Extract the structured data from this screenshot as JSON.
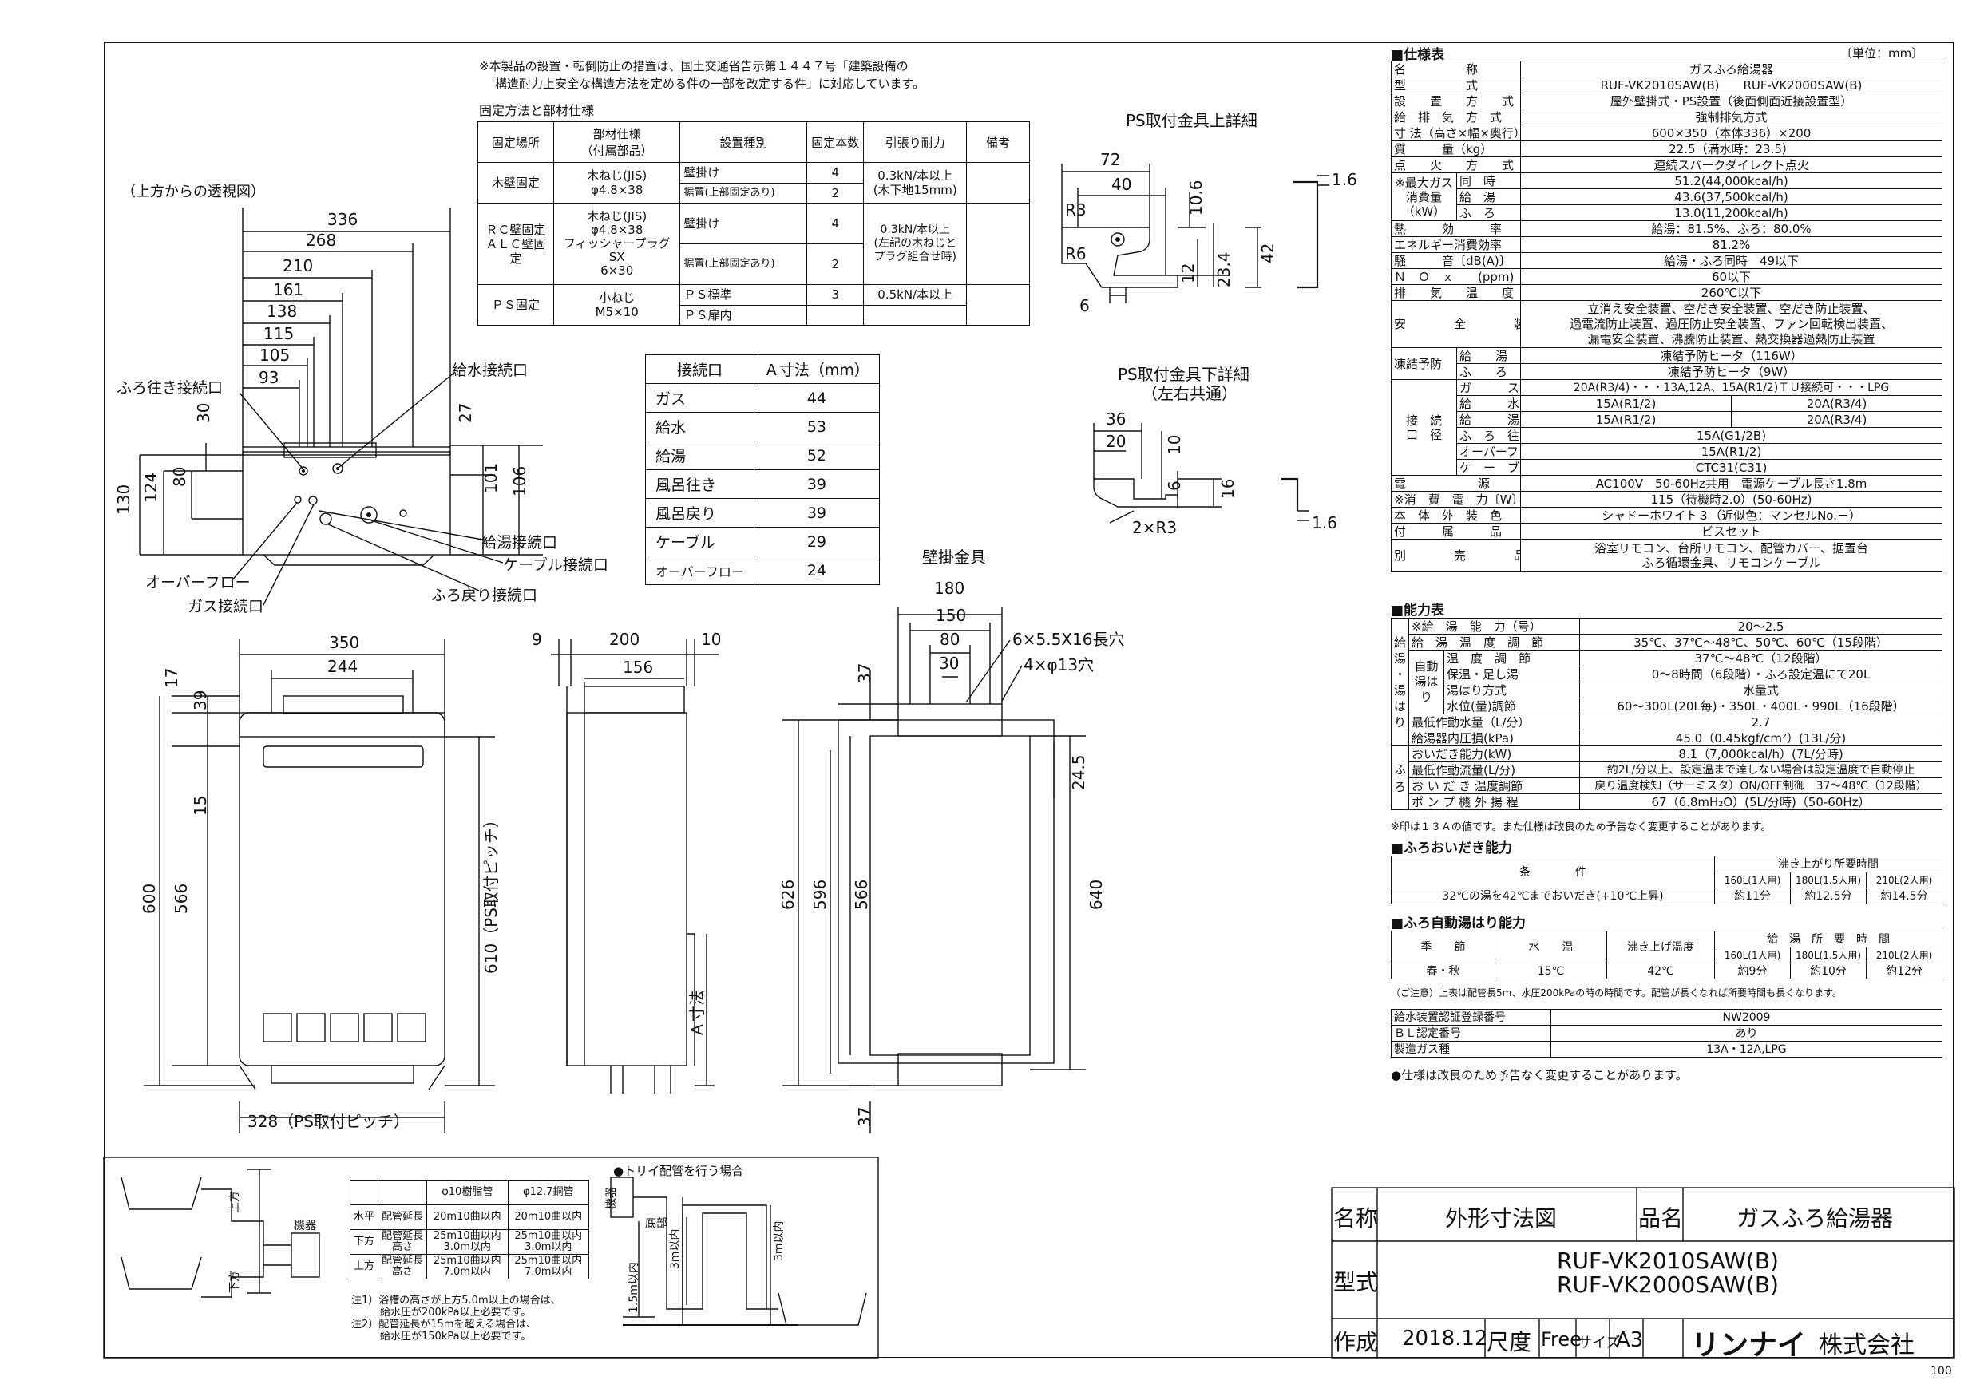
{
  "notes": {
    "install_line1": "※本製品の設置・転倒防止の措置は、国土交通省告示第１４４７号「建築設備の",
    "install_line2": "構造耐力上安全な構造方法を定める件の一部を改定する件」に対応しています。",
    "fix_title": "固定方法と部材仕様",
    "transparent_view": "（上方からの透視図）",
    "ps_upper": "PS取付金具上詳細",
    "ps_lower": "PS取付金具下詳細",
    "ps_lower_sub": "（左右共通）",
    "wall_bracket": "壁掛金具",
    "tori": "●トリイ配管を行う場合",
    "pipe_note1a": "注1）浴槽の高さが上方5.0m以上の場合は、",
    "pipe_note1b": "給水圧が200kPa以上必要です。",
    "pipe_note2a": "注2）配管延長が15mを超える場合は、",
    "pipe_note2b": "給水圧が150kPa以上必要です。",
    "spec_footnote": "●仕様は改良のため予告なく変更することがあります。",
    "cap_footnote": "※印は１３Ａの値です。また仕様は改良のため予告なく変更することがあります。",
    "auto_footnote": "（ご注意）上表は配管長5m、水圧200kPaの時の時間です。配管が長くなれば所要時間も長くなります。",
    "page_number": "100"
  },
  "fix_table": {
    "headers": [
      "固定場所",
      "部材仕様\n（付属部品）",
      "設置種別",
      "固定本数",
      "引張り耐力",
      "備考"
    ],
    "rows": [
      {
        "place": "木壁固定",
        "spec": "木ねじ(JIS)\nφ4.8×38",
        "type1": "壁掛け",
        "type2": "据置(上部固定あり)",
        "n1": "4",
        "n2": "2",
        "force": "0.3kN/本以上\n(木下地15mm)"
      },
      {
        "place": "ＲＣ壁固定\nＡＬＣ壁固定",
        "spec": "木ねじ(JIS)\nφ4.8×38\nフィッシャープラグSX\n6×30",
        "type1": "壁掛け",
        "type2": "据置(上部固定あり)",
        "n1": "4",
        "n2": "2",
        "force": "0.3kN/本以上\n(左記の木ねじと\nプラグ組合せ時)"
      },
      {
        "place": "ＰＳ固定",
        "spec": "小ねじ\nM5×10",
        "type1": "ＰＳ標準",
        "type2": "ＰＳ扉内",
        "n1": "3",
        "n2": "",
        "force": "0.5kN/本以上"
      }
    ]
  },
  "conn_table": {
    "headers": [
      "接続口",
      "Ａ寸法（mm）"
    ],
    "rows": [
      [
        "ガス",
        "44"
      ],
      [
        "給水",
        "53"
      ],
      [
        "給湯",
        "52"
      ],
      [
        "風呂往き",
        "39"
      ],
      [
        "風呂戻り",
        "39"
      ],
      [
        "ケーブル",
        "29"
      ],
      [
        "オーバーフロー",
        "24"
      ]
    ]
  },
  "top_view": {
    "dims": [
      "336",
      "268",
      "210",
      "161",
      "138",
      "115",
      "105",
      "93",
      "30",
      "27",
      "130",
      "124",
      "80",
      "101",
      "106"
    ],
    "labels": [
      "ふろ往き接続口",
      "給水接続口",
      "給湯接続口",
      "ケーブル接続口",
      "ふろ戻り接続口",
      "オーバーフロー",
      "ガス接続口"
    ]
  },
  "ps_upper_dims": [
    "72",
    "40",
    "R3",
    "R6",
    "6",
    "10.6",
    "12",
    "23.4",
    "42",
    "1.6"
  ],
  "ps_lower_dims": [
    "36",
    "20",
    "10",
    "6",
    "16",
    "2×R3",
    "1.6"
  ],
  "front_view": {
    "dims": [
      "350",
      "244",
      "17",
      "39",
      "15",
      "566",
      "600",
      "610（PS取付ピッチ）",
      "328（PS取付ピッチ）"
    ]
  },
  "side_view": {
    "dims": [
      "9",
      "200",
      "10",
      "156"
    ],
    "label": "Ａ寸法"
  },
  "bracket_view": {
    "dims": [
      "180",
      "150",
      "80",
      "30",
      "6×5.5X16長穴",
      "4×φ13穴",
      "37",
      "24.5",
      "626",
      "596",
      "566",
      "640",
      "37"
    ]
  },
  "spec": {
    "title": "■仕様表",
    "unit": "〔単位：mm〕",
    "rows": [
      [
        "名　　　　　称",
        "ガスふろ給湯器"
      ],
      [
        "型　　　　　式",
        "RUF-VK2010SAW(B)　　RUF-VK2000SAW(B)"
      ],
      [
        "設　　置　　方　　式",
        "屋外壁掛式・PS設置（後面側面近接設置型）"
      ],
      [
        "給　排　気　方　式",
        "強制排気方式"
      ],
      [
        "寸 法（高さ×幅×奥行）",
        "600×350（本体336）×200"
      ],
      [
        "質　　　量（kg）",
        "22.5（満水時：23.5）"
      ],
      [
        "点　　火　　方　　式",
        "連続スパークダイレクト点火"
      ]
    ],
    "gas_label": "※最大ガス消費量\n（kW）",
    "gas_rows": [
      [
        "同　時",
        "51.2(44,000kcal/h)"
      ],
      [
        "給　湯",
        "43.6(37,500kcal/h)"
      ],
      [
        "ふ　ろ",
        "13.0(11,200kcal/h)"
      ]
    ],
    "rows2": [
      [
        "熱　　　効　　　率",
        "給湯：81.5%、ふろ：80.0%"
      ],
      [
        "エネルギー消費効率",
        "81.2%"
      ],
      [
        "騒　　　音〔dB(A)〕",
        "給湯・ふろ同時　49以下"
      ],
      [
        "Ｎ　Ｏ　ｘ　　(ppm)",
        "60以下"
      ],
      [
        "排　　気　　温　　度",
        "260℃以下"
      ]
    ],
    "safety_label": "安　　　　全　　　　装　　　　置",
    "safety_lines": [
      "立消え安全装置、空だき安全装置、空だき防止装置、",
      "過電流防止装置、過圧防止安全装置、ファン回転検出装置、",
      "漏電安全装置、沸騰防止装置、熱交換器過熱防止装置"
    ],
    "freeze_label": "凍結予防",
    "freeze_rows": [
      [
        "給　　湯",
        "凍結予防ヒータ（116W）"
      ],
      [
        "ふ　　ろ",
        "凍結予防ヒータ（9W）"
      ]
    ],
    "conn_label": "接　続\n口　径",
    "conn_rows": [
      [
        "ガ　　　ス",
        "20A(R3/4)・・・13A,12A、15A(R1/2)ＴＵ接続可・・・LPG",
        ""
      ],
      [
        "給　　　水",
        "15A(R1/2)",
        "20A(R3/4)"
      ],
      [
        "給　　　湯",
        "15A(R1/2)",
        "20A(R3/4)"
      ],
      [
        "ふ　ろ　往　戻",
        "15A(G1/2B)",
        ""
      ],
      [
        "オーバーフロー",
        "15A(R1/2)",
        ""
      ],
      [
        "ケ　ー　ブ　ル",
        "CTC31(C31)",
        ""
      ]
    ],
    "rows3": [
      [
        "電　　　　　　源",
        "AC100V　50-60Hz共用　電源ケーブル長さ1.8m"
      ],
      [
        "※消　費　電　力〔W〕",
        "115（待機時2.0）(50-60Hz)"
      ],
      [
        "本　体　外　装　色",
        "シャドーホワイト３（近似色：マンセルNo.－）"
      ],
      [
        "付　　　属　　　品",
        "ビスセット"
      ]
    ],
    "sold_label": "別　　　　売　　　　品",
    "sold_lines": [
      "浴室リモコン、台所リモコン、配管カバー、据置台",
      "ふろ循環金具、リモコンケーブル"
    ]
  },
  "capacity": {
    "title": "■能力表",
    "rows": [
      [
        "※給　湯　能　力（号）",
        "20～2.5"
      ],
      [
        "給　湯　温　度　調　節",
        "35℃、37℃～48℃、50℃、60℃（15段階）"
      ],
      [
        "温　度　調　節",
        "37℃～48℃（12段階）"
      ],
      [
        "保温・足し湯",
        "0～8時間（6段階）・ふろ設定温にて20L"
      ],
      [
        "湯はり方式",
        "水量式"
      ],
      [
        "水位(量)調節",
        "60～300L(20L毎)・350L・400L・990L（16段階）"
      ],
      [
        "最低作動水量（L/分）",
        "2.7"
      ],
      [
        "給湯器内圧損(kPa)",
        "45.0（0.45kgf/cm²）(13L/分)"
      ],
      [
        "おいだき能力(kW)",
        "8.1（7,000kcal/h）(7L/分時)"
      ],
      [
        "最低作動流量(L/分)",
        "約2L/分以上、設定温まで達しない場合は設定温度で自動停止"
      ],
      [
        "お い だ き 温度調節",
        "戻り温度検知（サーミスタ）ON/OFF制御　37～48℃（12段階）"
      ],
      [
        "ポ ン プ 機 外 揚 程",
        "67（6.8mH₂O）(5L/分時)（50-60Hz）"
      ]
    ],
    "side_a": "給\n湯\n・\n湯\nは\nり",
    "side_b": "ふ\nろ",
    "auto": "自動\n湯はり"
  },
  "oidaki": {
    "title": "■ふろおいだき能力",
    "col1": "条　　　　件",
    "col2": "沸き上がり所要時間",
    "sub": [
      "160L(1人用)",
      "180L(1.5人用)",
      "210L(2人用)"
    ],
    "row": [
      "32℃の湯を42℃までおいだき(+10℃上昇)",
      "約11分",
      "約12.5分",
      "約14.5分"
    ]
  },
  "auto_fill": {
    "title": "■ふろ自動湯はり能力",
    "headers": [
      "季　　節",
      "水　　温",
      "沸き上げ温度",
      "給　湯　所　要　時　間"
    ],
    "sub": [
      "160L(1人用)",
      "180L(1.5人用)",
      "210L(2人用)"
    ],
    "row": [
      "春・秋",
      "15℃",
      "42℃",
      "約9分",
      "約10分",
      "約12分"
    ]
  },
  "reg": {
    "rows": [
      [
        "給水装置認証登録番号",
        "NW2009"
      ],
      [
        "ＢＬ認定番号",
        "あり"
      ],
      [
        "製造ガス種",
        "13A・12A,LPG"
      ]
    ]
  },
  "pipe_table": {
    "headers": [
      "",
      "",
      "φ10樹脂管",
      "φ12.7銅管"
    ],
    "rows": [
      [
        "水平",
        "配管延長",
        "20m10曲以内",
        "20m10曲以内"
      ],
      [
        "下方",
        "配管延長\n高さ",
        "25m10曲以内\n3.0m以内",
        "25m10曲以内\n3.0m以内"
      ],
      [
        "上方",
        "配管延長\n高さ",
        "25m10曲以内\n7.0m以内",
        "25m10曲以内\n7.0m以内"
      ]
    ],
    "labels": [
      "上方",
      "下方",
      "機器",
      "機器",
      "底部",
      "3m以内",
      "3m以内",
      "1.5m以内"
    ]
  },
  "title_block": {
    "name_label": "名称",
    "name": "外形寸法図",
    "prod_label": "品名",
    "prod": "ガスふろ給湯器",
    "model_label": "型式",
    "model1": "RUF-VK2010SAW(B)",
    "model2": "RUF-VK2000SAW(B)",
    "made_label": "作成",
    "made": "2018.12",
    "scale_label": "尺度",
    "scale": "Free",
    "size_label": "サイズ",
    "size": "A3",
    "company_logo": "リンナイ",
    "company": "株式会社"
  }
}
